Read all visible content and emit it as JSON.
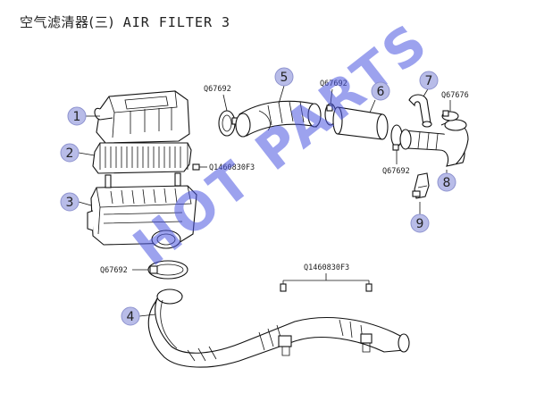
{
  "title": {
    "cn": "空气滤清器(三)",
    "en": "AIR FILTER 3"
  },
  "watermark": "HOT PARTS",
  "callouts": [
    "1",
    "2",
    "3",
    "4",
    "5",
    "6",
    "7",
    "8",
    "9"
  ],
  "codes": {
    "clamp_top_left": "Q67692",
    "clamp_top_mid": "Q67692",
    "clamp_right_top": "Q67676",
    "clamp_right_low": "Q67692",
    "bolt_mid": "Q1460830F3",
    "clamp_lower": "Q67692",
    "bolt_lower": "Q1460830F3"
  },
  "colors": {
    "callout_fill": "#b8bce8",
    "watermark": "#4a55e0"
  }
}
